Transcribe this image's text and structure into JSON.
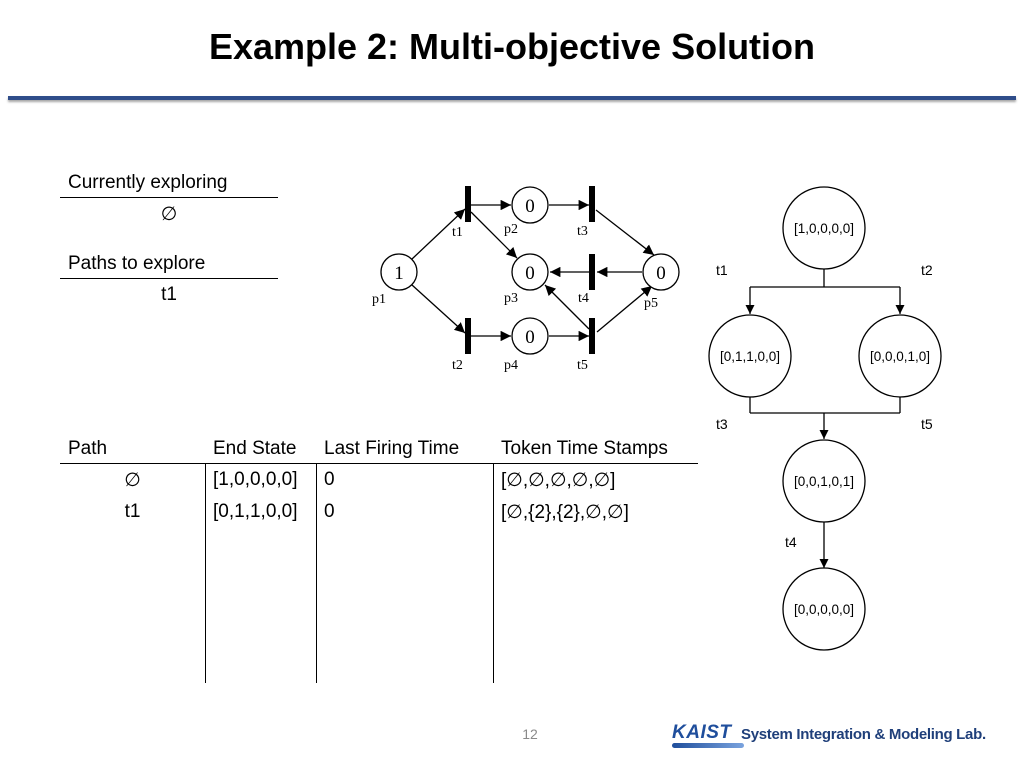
{
  "slide": {
    "title": "Example 2: Multi-objective Solution",
    "page_number": "12"
  },
  "explore": {
    "currently_label": "Currently exploring",
    "currently_value": "∅",
    "paths_label": "Paths to explore",
    "paths_value": "t1"
  },
  "table": {
    "headers": [
      "Path",
      "End State",
      "Last Firing Time",
      "Token Time Stamps"
    ],
    "rows": [
      [
        "∅",
        "[1,0,0,0,0]",
        "0",
        "[∅,∅,∅,∅,∅]"
      ],
      [
        "t1",
        "[0,1,1,0,0]",
        "0",
        "[∅,{2},{2},∅,∅]"
      ]
    ]
  },
  "petri_net": {
    "places": [
      {
        "id": "p1",
        "tokens": "1"
      },
      {
        "id": "p2",
        "tokens": "0"
      },
      {
        "id": "p3",
        "tokens": "0"
      },
      {
        "id": "p4",
        "tokens": "0"
      },
      {
        "id": "p5",
        "tokens": "0"
      }
    ],
    "transitions": [
      "t1",
      "t2",
      "t3",
      "t4",
      "t5"
    ]
  },
  "state_tree": {
    "nodes": [
      "[1,0,0,0,0]",
      "[0,1,1,0,0]",
      "[0,0,0,1,0]",
      "[0,0,1,0,1]",
      "[0,0,0,0,0]"
    ],
    "edge_labels": [
      "t1",
      "t2",
      "t3",
      "t5",
      "t4"
    ]
  },
  "footer": {
    "logo": "KAIST",
    "lab_name": "System Integration & Modeling Lab."
  },
  "colors": {
    "title_rule": "#2f4d8a",
    "logo": "#1f4e9c"
  }
}
